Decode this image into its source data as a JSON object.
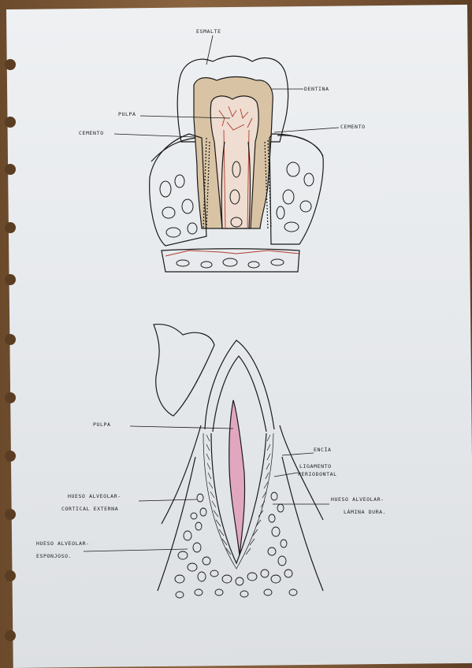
{
  "diagram": {
    "top_labels": {
      "esmalte": "ESMALTE",
      "dentina": "DENTINA",
      "pulpa": "PULPA",
      "cemento_left": "CEMENTO",
      "cemento_right": "CEMENTO"
    },
    "bottom_labels": {
      "pulpa": "PULPA",
      "encia": "ENCÍA",
      "ligamento_line1": "LIGAMENTO",
      "ligamento_line2": "PERIODONTAL",
      "cortical_line1": "HUESO ALVEOLAR-",
      "cortical_line2": "CORTICAL EXTERNA",
      "lamina_line1": "HUESO ALVEOLAR-",
      "lamina_line2": "LÁMINA DURA.",
      "esponjoso_line1": "HUESO ALVEOLAR-",
      "esponjoso_line2": "ESPONJOSO."
    },
    "colors": {
      "dentin_fill": "#d8c4a4",
      "pulp_pink": "#e2a7c0",
      "red_vessels": "#b03a2e",
      "ink": "#1a1a1a"
    }
  }
}
